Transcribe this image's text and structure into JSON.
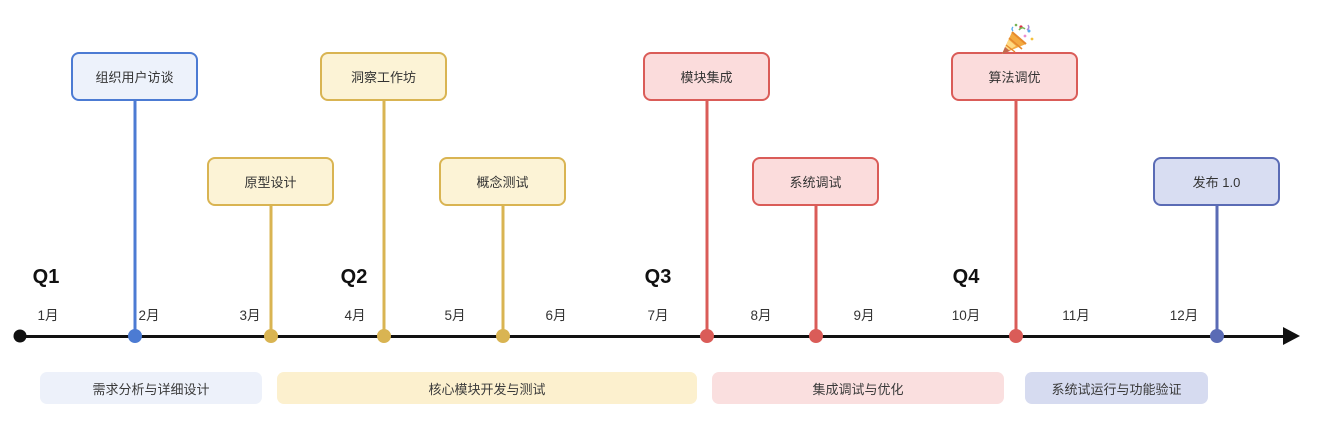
{
  "timeline": {
    "quarters": [
      "Q1",
      "Q2",
      "Q3",
      "Q4"
    ],
    "months": [
      "1月",
      "2月",
      "3月",
      "4月",
      "5月",
      "6月",
      "7月",
      "8月",
      "9月",
      "10月",
      "11月",
      "12月"
    ],
    "milestones": [
      {
        "label": "组织用户访谈",
        "theme": "blue"
      },
      {
        "label": "原型设计",
        "theme": "yellow"
      },
      {
        "label": "洞察工作坊",
        "theme": "yellow"
      },
      {
        "label": "概念测试",
        "theme": "yellow"
      },
      {
        "label": "模块集成",
        "theme": "red"
      },
      {
        "label": "系统调试",
        "theme": "red"
      },
      {
        "label": "算法调优",
        "theme": "red",
        "icon": "party-popper"
      },
      {
        "label": "发布 1.0",
        "theme": "purple"
      }
    ],
    "phases": [
      {
        "label": "需求分析与详细设计",
        "theme": "blue-light",
        "color": "#EDF1FA"
      },
      {
        "label": "核心模块开发与测试",
        "theme": "yellow-light",
        "color": "#FCF0CE"
      },
      {
        "label": "集成调试与优化",
        "theme": "red-light",
        "color": "#FADFDF"
      },
      {
        "label": "系统试运行与功能验证",
        "theme": "purple-light",
        "color": "#D6DBF0"
      }
    ],
    "colors": {
      "blue": "#4C7BD3",
      "yellow": "#D9B452",
      "red": "#DA5C58",
      "purple": "#5A6BB5",
      "blue_fill": "#EDF2FB",
      "yellow_fill": "#FCF3D6",
      "red_fill": "#FBDCDC",
      "purple_fill": "#D8DDF2",
      "axis": "#111111"
    }
  }
}
